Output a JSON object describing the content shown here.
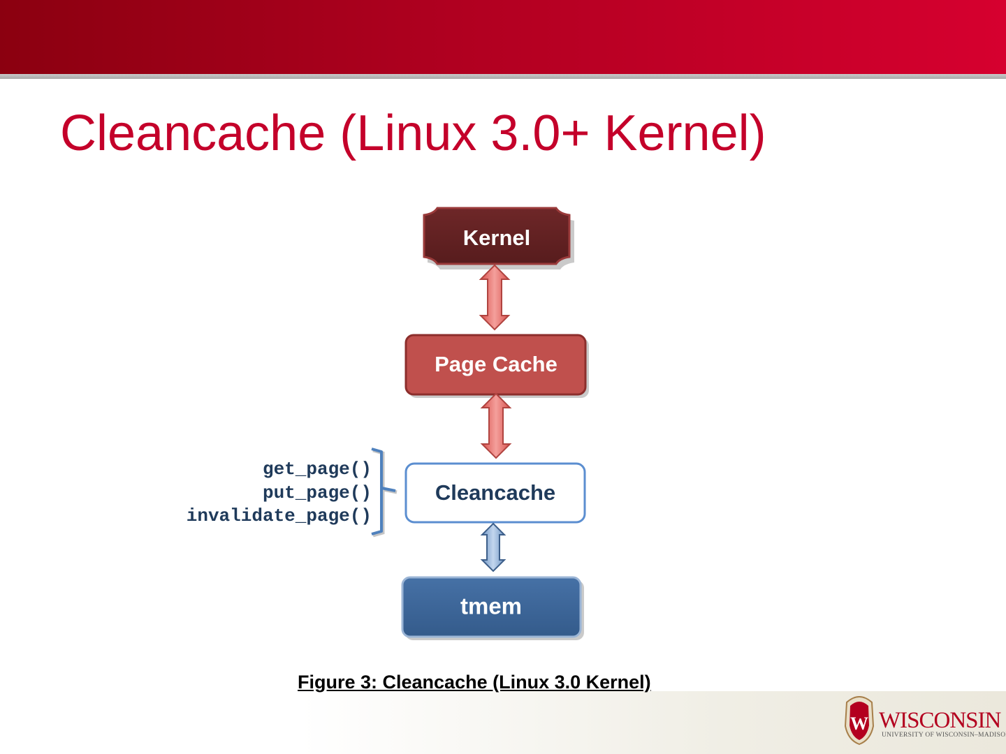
{
  "title": "Cleancache (Linux 3.0+ Kernel)",
  "nodes": {
    "kernel": "Kernel",
    "page_cache": "Page Cache",
    "cleancache": "Cleancache",
    "tmem": "tmem"
  },
  "api_methods": [
    "get_page()",
    "put_page()",
    "invalidate_page()"
  ],
  "caption": "Figure 3: Cleancache (Linux 3.0 Kernel)",
  "logo": {
    "wordmark": "WISCONSIN",
    "subtitle": "UNIVERSITY OF WISCONSIN–MADISON",
    "crest_letter": "W"
  },
  "colors": {
    "title": "#c4002a",
    "kernel_fill": "#632223",
    "page_cache_fill": "#c0504d",
    "cleancache_border": "#5b8ed0",
    "tmem_fill": "#3b6496",
    "arrow_red": "#e8706c",
    "arrow_blue": "#8fb1d9",
    "method_text": "#1f3a5a"
  }
}
